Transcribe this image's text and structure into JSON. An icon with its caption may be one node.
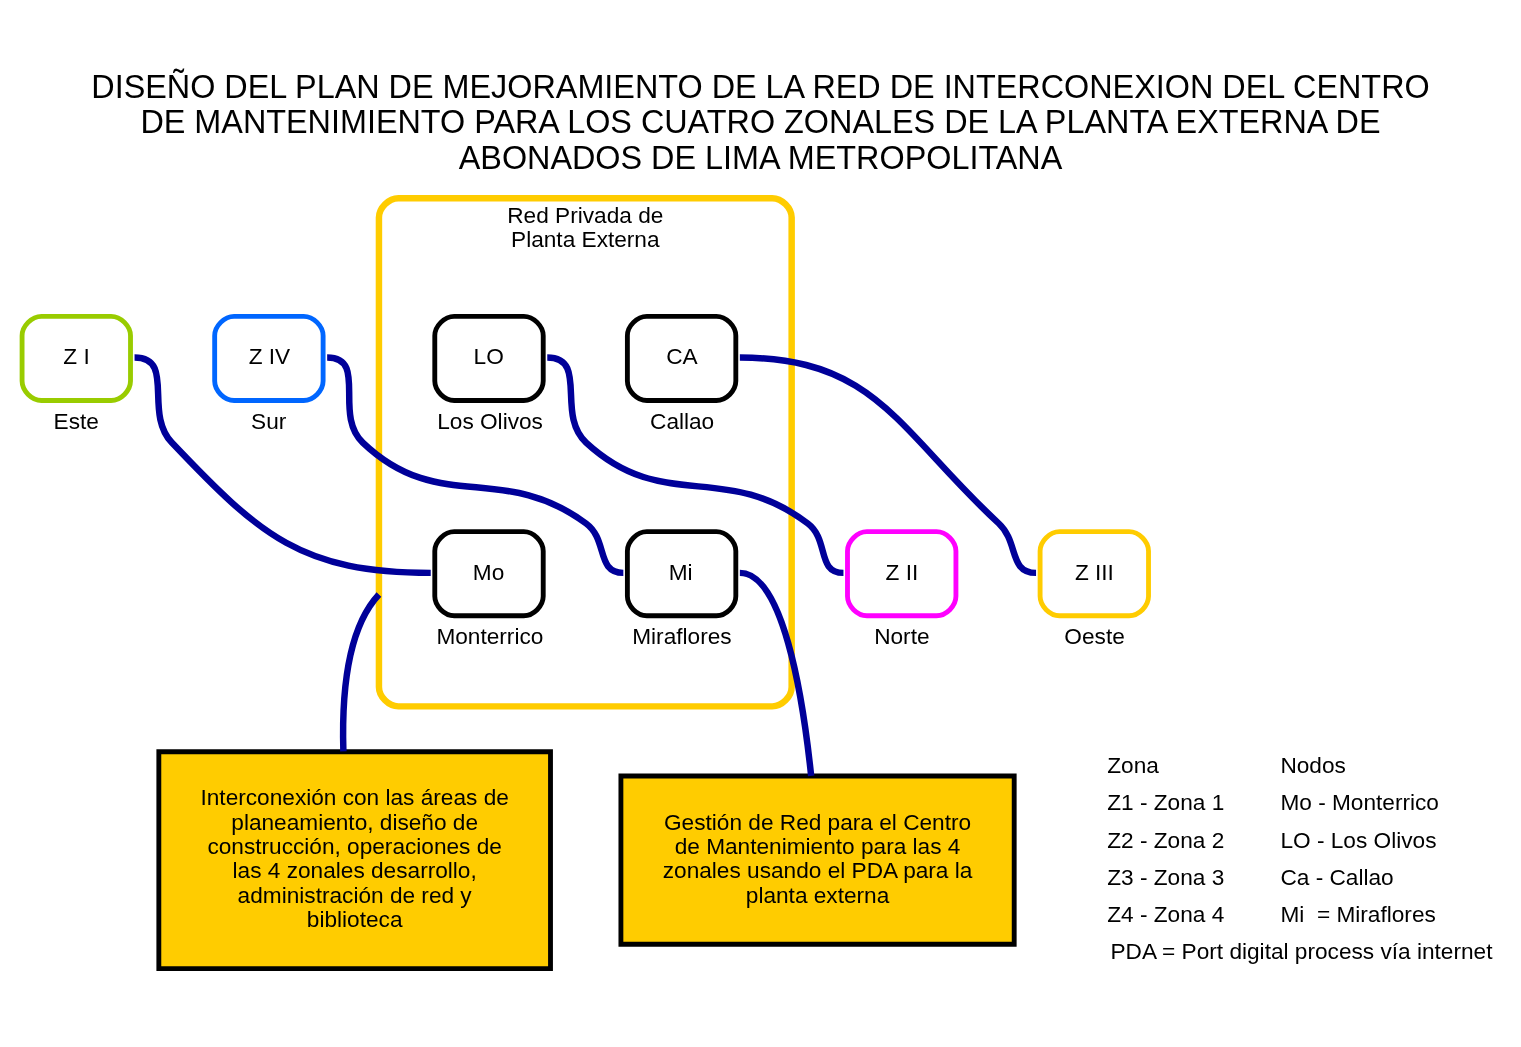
{
  "diagram": {
    "title": "DISEÑO DEL PLAN DE MEJORAMIENTO DE LA RED DE INTERCONEXION DEL CENTRO DE MANTENIMIENTO PARA LOS CUATRO ZONALES DE LA PLANTA EXTERNA DE ABONADOS DE LIMA METROPOLITANA",
    "nodes": [
      {
        "text": [
          "Red Privada de Planta Externa"
        ]
      },
      {
        "text": [
          "Z I"
        ],
        "beside": [
          "Este"
        ]
      },
      {
        "text": [
          "Z II"
        ],
        "beside": [
          "Norte"
        ]
      },
      {
        "text": [
          "Mo"
        ],
        "beside": [
          "Monterrico"
        ],
        "in": 0
      },
      {
        "text": [
          "LO"
        ],
        "beside": [
          "Los Olivos"
        ],
        "in": 0
      },
      {
        "text": [
          "Mi"
        ],
        "beside": [
          "Miraflores"
        ],
        "in": 0
      },
      {
        "text": [
          "CA"
        ],
        "beside": [
          "Callao"
        ],
        "in": 0
      },
      {
        "text": [
          "Z III"
        ],
        "beside": [
          "Oeste"
        ]
      },
      {
        "text": [
          "Z IV"
        ],
        "beside": [
          "Sur"
        ]
      },
      {
        "text": [
          "Gestión de Red para el Centro de Mantenimiento para las 4 zonales usando el PDA para la planta externa"
        ]
      },
      {
        "text": [
          "Interconexión con las áreas de planeamiento, diseño de construcción, operaciones de las 4 zonales desarrollo, administración de red y biblioteca"
        ]
      }
    ],
    "edges": [
      {
        "from": 1,
        "to": 3,
        "arrow": "none"
      },
      {
        "from": 4,
        "to": 2,
        "arrow": "none"
      },
      {
        "from": 6,
        "to": 7,
        "arrow": "none"
      },
      {
        "from": 8,
        "to": 5,
        "arrow": "none"
      },
      {
        "from": 5,
        "to": 9,
        "arrow": "none"
      },
      {
        "from": 0,
        "to": 10,
        "arrow": "none"
      }
    ],
    "labels": [
      "Zona",
      "Nodos",
      "Z1 - Zona 1",
      "Mo - Monterrico",
      "Z2 - Zona 2",
      "LO - Los Olivos",
      "Z3 - Zona 3",
      "Ca - Callao",
      "Z4 - Zona 4",
      "Mi  = Miraflores",
      "PDA = Port digital process vía internet"
    ]
  }
}
